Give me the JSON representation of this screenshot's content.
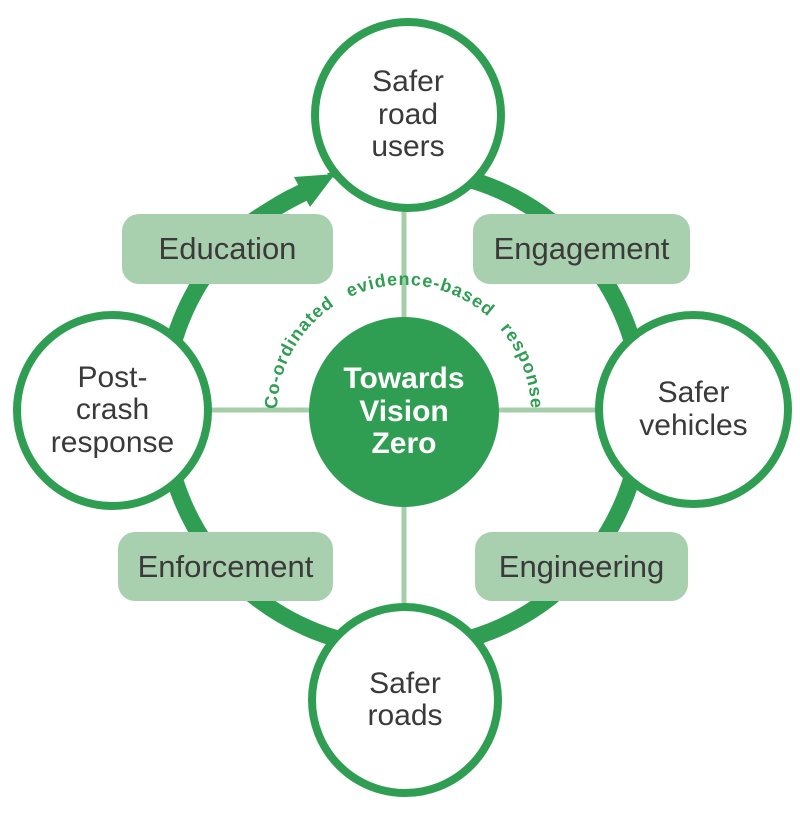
{
  "diagram": {
    "center": {
      "label": "Towards\nVision\nZero"
    },
    "ring_label": "Co-ordinated evidence-based response",
    "circles": {
      "top": {
        "label": "Safer\nroad\nusers"
      },
      "right": {
        "label": "Safer\nvehicles"
      },
      "bottom": {
        "label": "Safer\nroads"
      },
      "left": {
        "label": "Post-\ncrash\nresponse"
      }
    },
    "boxes": {
      "top_left": {
        "label": "Education"
      },
      "top_right": {
        "label": "Engagement"
      },
      "bottom_right": {
        "label": "Engineering"
      },
      "bottom_left": {
        "label": "Enforcement"
      }
    },
    "palette": {
      "primary_green": "#2f9e53",
      "light_green_box": "#a9d0ae",
      "connector_line_green": "#a4cda8",
      "text_dark": "#3a3a3a",
      "circle_fill": "#ffffff"
    }
  }
}
